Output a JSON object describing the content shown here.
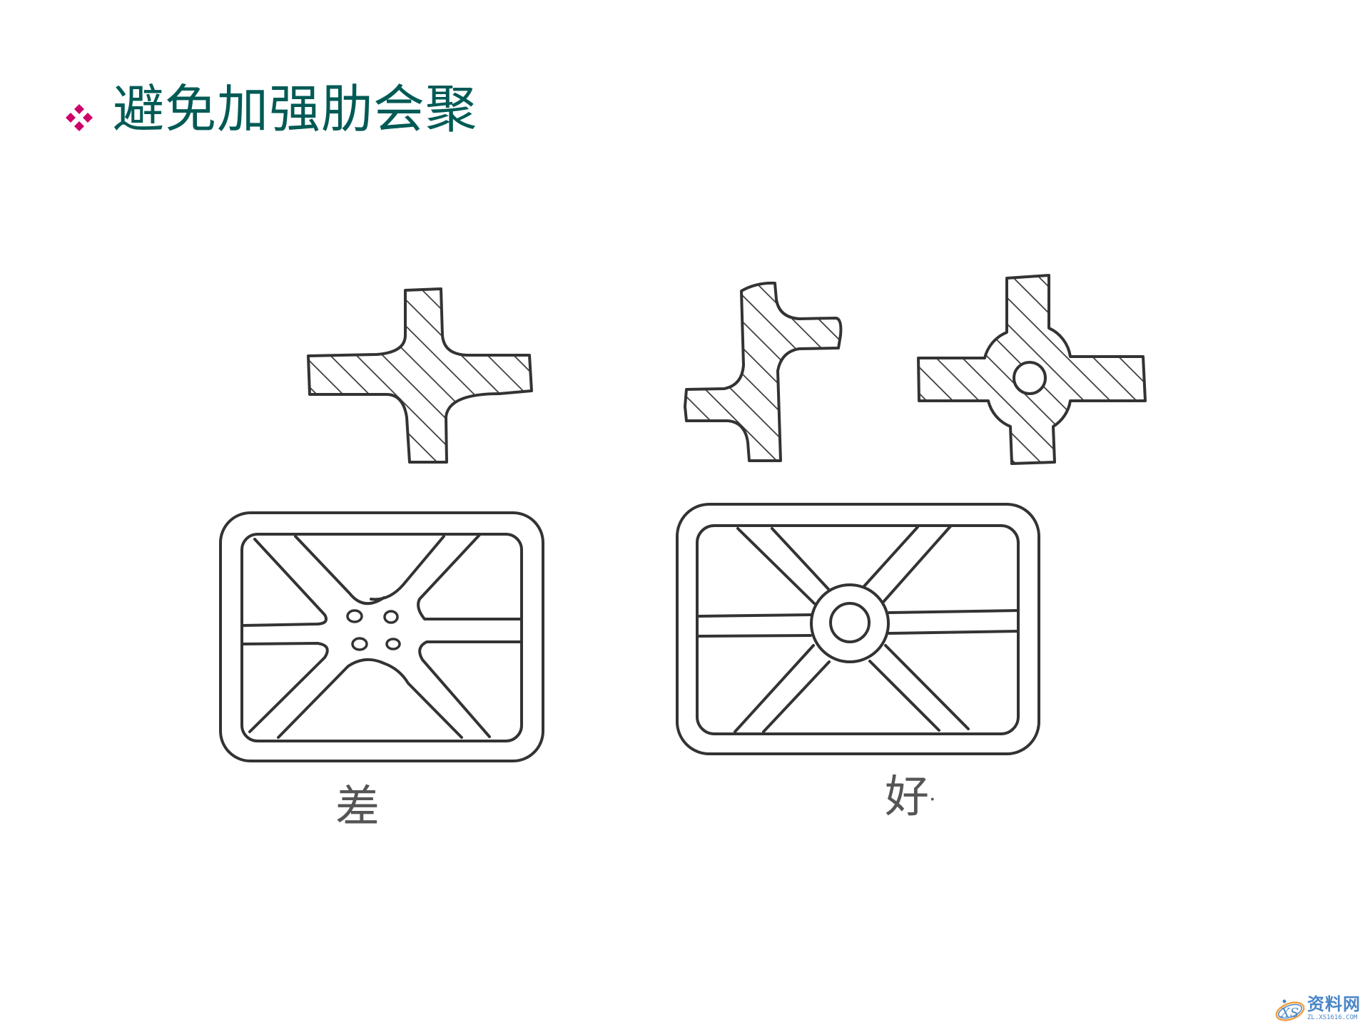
{
  "slide": {
    "bullet_icon": "four-diamond-bullet",
    "bullet_color": "#cc0066",
    "title": "避免加强肋会聚",
    "title_color": "#005a55"
  },
  "figures": {
    "top_row": [
      {
        "name": "cross-joint-converging",
        "description": "Cross-section: ribs converging at one point (thick node)"
      },
      {
        "name": "cross-joint-staggered",
        "description": "Cross-section: staggered ribs"
      },
      {
        "name": "cross-joint-with-cored-boss",
        "description": "Cross-section: ribs meeting at boss with cored hole"
      }
    ],
    "bottom_row": [
      {
        "name": "frame-ribs-converging",
        "description": "Rectangular frame with six ribs converging at center with four small holes"
      },
      {
        "name": "frame-ribs-ring-boss",
        "description": "Rectangular frame with six ribs joined by central ring boss"
      }
    ],
    "labels": {
      "bad": "差",
      "good": "好",
      "good_dot": "·"
    },
    "line_color": "#333333",
    "hatch": "45-degree diagonal hatching"
  },
  "watermark": {
    "logo_text": "XS",
    "name": "资料网",
    "url": "ZL.XS1616.COM",
    "color": "#4a86c8"
  }
}
